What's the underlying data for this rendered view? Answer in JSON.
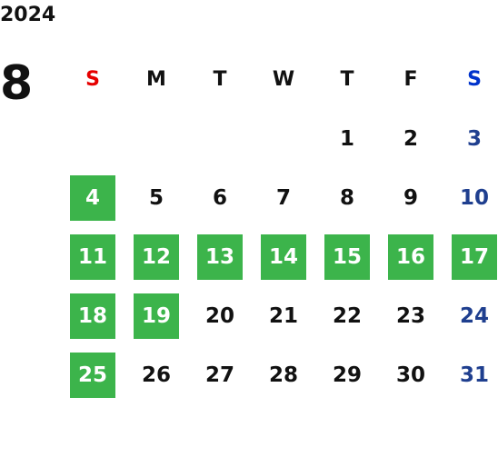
{
  "calendar": {
    "year": "2024",
    "month": "8",
    "weekdays": [
      "S",
      "M",
      "T",
      "W",
      "T",
      "F",
      "S"
    ],
    "weeks": [
      [
        "",
        "",
        "",
        "",
        "1",
        "2",
        "3"
      ],
      [
        "4",
        "5",
        "6",
        "7",
        "8",
        "9",
        "10"
      ],
      [
        "11",
        "12",
        "13",
        "14",
        "15",
        "16",
        "17"
      ],
      [
        "18",
        "19",
        "20",
        "21",
        "22",
        "23",
        "24"
      ],
      [
        "25",
        "26",
        "27",
        "28",
        "29",
        "30",
        "31"
      ]
    ],
    "highlighted_days": [
      "4",
      "11",
      "12",
      "13",
      "14",
      "15",
      "16",
      "17",
      "18",
      "19",
      "25"
    ]
  },
  "colors": {
    "sunday_header": "#e60000",
    "saturday_header": "#0033cc",
    "saturday_date": "#1f3f8f",
    "text": "#111111",
    "highlight_bg": "#3cb44b",
    "highlight_text": "#ffffff"
  }
}
